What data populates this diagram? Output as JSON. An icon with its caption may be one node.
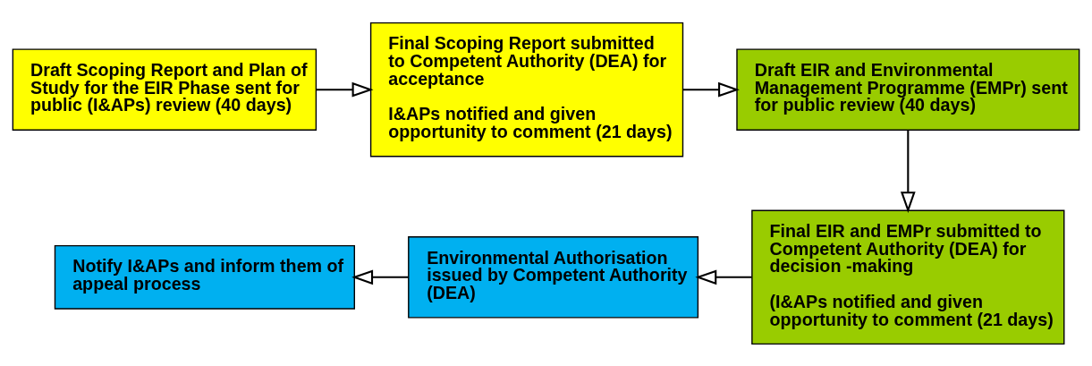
{
  "diagram": {
    "nodes": [
      {
        "text": [
          "Draft Scoping Report and Plan of Study for the EIR Phase sent for public (I&APs) review (40 days)"
        ]
      },
      {
        "text": [
          "Final Scoping Report submitted to Competent Authority (DEA) for acceptance",
          "I&APs notified and given opportunity to comment (21 days)"
        ]
      },
      {
        "text": [
          "Draft EIR and Environmental Management Programme (EMPr) sent for public review (40 days)"
        ]
      },
      {
        "text": [
          "Final EIR and EMPr submitted to Competent Authority (DEA) for decision -making",
          "(I&APs notified and given opportunity to comment (21 days)"
        ]
      },
      {
        "text": [
          "Environmental Authorisation issued by Competent Authority (DEA)"
        ]
      },
      {
        "text": [
          "Notify I&APs and inform them of appeal process"
        ]
      }
    ],
    "edges": [
      {
        "from": 0,
        "to": 1,
        "arrow": "to"
      },
      {
        "from": 1,
        "to": 2,
        "arrow": "to"
      },
      {
        "from": 2,
        "to": 3,
        "arrow": "to"
      },
      {
        "from": 3,
        "to": 4,
        "arrow": "to"
      },
      {
        "from": 4,
        "to": 5,
        "arrow": "to"
      }
    ]
  }
}
